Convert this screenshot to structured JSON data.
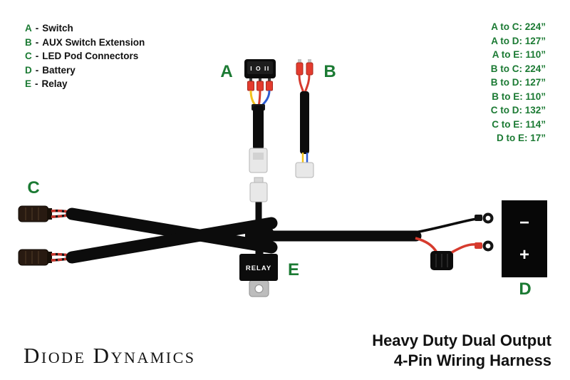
{
  "legend": {
    "separator": "-",
    "items": [
      {
        "key": "A",
        "label": "Switch"
      },
      {
        "key": "B",
        "label": "AUX Switch Extension"
      },
      {
        "key": "C",
        "label": "LED Pod Connectors"
      },
      {
        "key": "D",
        "label": "Battery"
      },
      {
        "key": "E",
        "label": "Relay"
      }
    ]
  },
  "measurements": {
    "items": [
      "A to C: 224”",
      "A to D: 127”",
      "A to E: 110”",
      "B to C: 224”",
      "B to D: 127”",
      "B to E: 110”",
      "C to D: 132”",
      "C to E: 114”",
      "D to E: 17”"
    ]
  },
  "diagram": {
    "labels": {
      "switch": "A",
      "aux": "B",
      "pods": "C",
      "battery": "D",
      "relay": "E"
    },
    "switch_marking": "I O II",
    "relay_text": "RELAY",
    "battery": {
      "negative": "−",
      "positive": "+"
    }
  },
  "footer": {
    "brand": "Diode Dynamics",
    "product_line1": "Heavy Duty Dual Output",
    "product_line2": "4-Pin Wiring Harness"
  },
  "colors": {
    "accent_green": "#1b7a33",
    "wire_yellow": "#f2c21d",
    "wire_red": "#d63b2e",
    "wire_blue": "#2d5bd1",
    "cable_black": "#0c0c0c"
  }
}
